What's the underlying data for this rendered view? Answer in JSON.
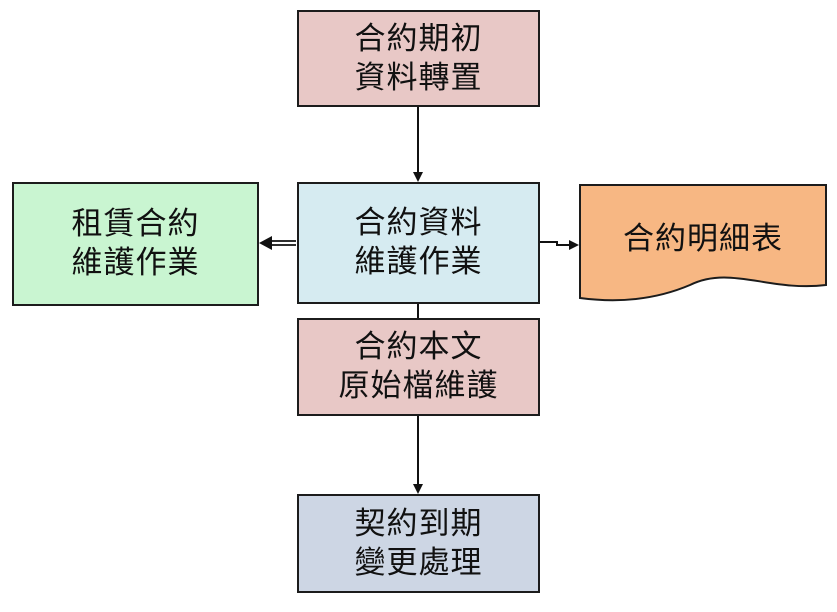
{
  "colors": {
    "opening": "#e8c8c6",
    "lease": "#c9f5d1",
    "maintain": "#d6ebf1",
    "original": "#e8c8c6",
    "expiry": "#cdd6e4",
    "document": "#f7b783",
    "border": "#1c1c1c"
  },
  "boxes": {
    "opening": {
      "line1": "合約期初",
      "line2": "資料轉置"
    },
    "lease": {
      "line1": "租賃合約",
      "line2": "維護作業"
    },
    "maintain": {
      "line1": "合約資料",
      "line2": "維護作業"
    },
    "original": {
      "line1": "合約本文",
      "line2": "原始檔維護"
    },
    "expiry": {
      "line1": "契約到期",
      "line2": "變更處理"
    }
  },
  "document": {
    "label": "合約明細表"
  }
}
